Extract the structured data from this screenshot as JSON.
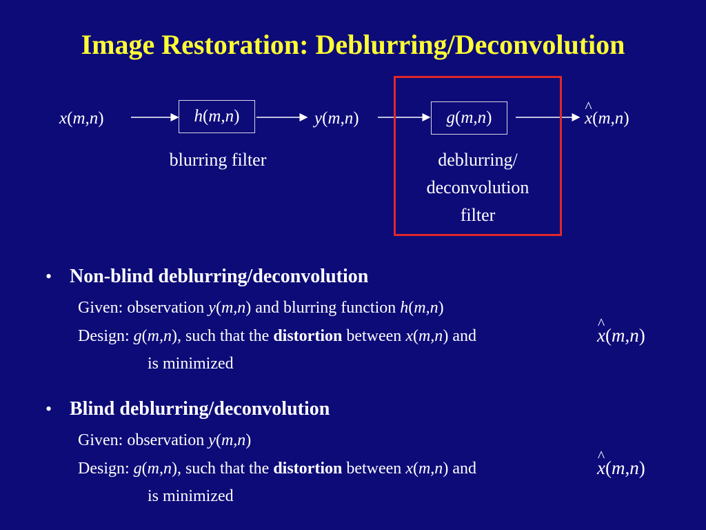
{
  "title": "Image Restoration: Deblurring/Deconvolution",
  "diagram": {
    "input": {
      "var": "x",
      "args": "m,n"
    },
    "blur_box": {
      "var": "h",
      "args": "m,n"
    },
    "observed": {
      "var": "y",
      "args": "m,n"
    },
    "deblur_box": {
      "var": "g",
      "args": "m,n"
    },
    "output": {
      "var": "x",
      "args": "m,n"
    },
    "blur_caption": "blurring filter",
    "deblur_caption": [
      "deblurring/",
      "deconvolution",
      "filter"
    ],
    "colors": {
      "highlight_border": "#e02828",
      "box_border": "#d8d8e8"
    }
  },
  "sections": [
    {
      "heading": "Non-blind deblurring/deconvolution",
      "given_prefix": "Given: observation ",
      "given_var1": "y",
      "given_mid": " and blurring function ",
      "given_var2": "h",
      "design_prefix": "Design: ",
      "design_var": "g",
      "design_mid": ", such that the ",
      "design_bold": "distortion",
      "design_between": " between ",
      "design_var2": "x",
      "design_and": " and",
      "rhs_var": "x",
      "continuation": "is minimized"
    },
    {
      "heading": "Blind deblurring/deconvolution",
      "given_prefix": "Given: observation ",
      "given_var1": "y",
      "design_prefix": "Design: ",
      "design_var": "g",
      "design_mid": ", such that the ",
      "design_bold": "distortion",
      "design_between": " between ",
      "design_var2": "x",
      "design_and": " and",
      "rhs_var": "x",
      "continuation": "is minimized"
    }
  ],
  "args": "m,n",
  "bullet": "•",
  "colors": {
    "background": "#0d0b78",
    "title": "#ffff33",
    "text": "#ffffff"
  }
}
